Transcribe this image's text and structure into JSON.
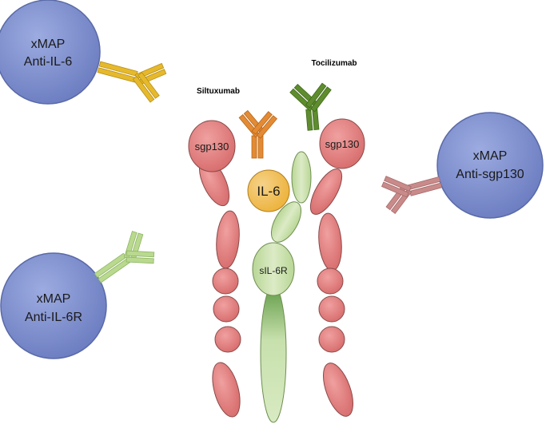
{
  "beads": {
    "anti_il6": {
      "line1": "xMAP",
      "line2": "Anti-IL-6"
    },
    "anti_il6r": {
      "line1": "xMAP",
      "line2": "Anti-IL-6R"
    },
    "anti_sgp130": {
      "line1": "xMAP",
      "line2": "Anti-sgp130"
    }
  },
  "drugs": {
    "siltuximab": "Siltuxumab",
    "tocilizumab": "Tocilizumab"
  },
  "molecules": {
    "sgp130_left": "sgp130",
    "sgp130_right": "sgp130",
    "il6": "IL-6",
    "sil6r": "sIL-6R"
  },
  "colors": {
    "bead": "#7f8fcf",
    "sgp130": "#e07f7f",
    "sil6r": "#c9e2ad",
    "il6": "#f2b84a",
    "antibody_anti_il6": "#e6b92c",
    "antibody_siltuximab": "#e38a34",
    "antibody_tocilizumab": "#5e8c2e",
    "antibody_anti_sgp130": "#c98a8a",
    "antibody_anti_il6r": "#b9d98e"
  }
}
